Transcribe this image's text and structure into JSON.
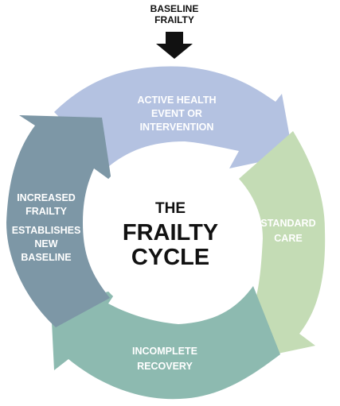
{
  "top_input": {
    "line1": "BASELINE",
    "line2": "FRAILTY"
  },
  "center": {
    "line1": "THE",
    "line2": "FRAILTY",
    "line3": "CYCLE"
  },
  "segments": {
    "active": {
      "line1": "ACTIVE HEALTH",
      "line2": "EVENT OR",
      "line3": "INTERVENTION",
      "color": "#B4C2E1"
    },
    "standard": {
      "line1": "STANDARD",
      "line2": "CARE",
      "color": "#C4DCB5"
    },
    "incomplete": {
      "line1": "INCOMPLETE",
      "line2": "RECOVERY",
      "color": "#8DBAB0"
    },
    "increased": {
      "line1": "INCREASED",
      "line2": "FRAILTY",
      "line3": "ESTABLISHES",
      "line4": "NEW",
      "line5": "BASELINE",
      "color": "#7D97A6"
    }
  }
}
